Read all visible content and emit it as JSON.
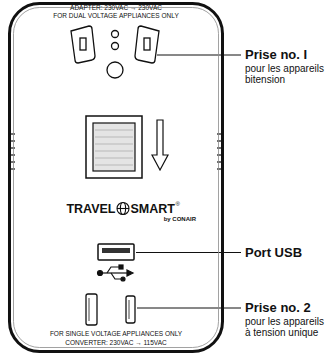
{
  "diagram": {
    "nodes": [
      {
        "text": [
          "ADAPTER: 230VAC → 230VAC",
          "FOR DUAL VOLTAGE APPLIANCES ONLY",
          "TRAVEL",
          "SMART",
          "®",
          "by CONAIR",
          "FOR SINGLE VOLTAGE APPLIANCES ONLY",
          "CONVERTER: 230VAC → 115VAC"
        ]
      }
    ],
    "labels": [
      "Prise no. I",
      "pour les appareils bitension",
      "Port USB",
      "Prise no. 2",
      "pour les appareils à tension unique"
    ]
  }
}
